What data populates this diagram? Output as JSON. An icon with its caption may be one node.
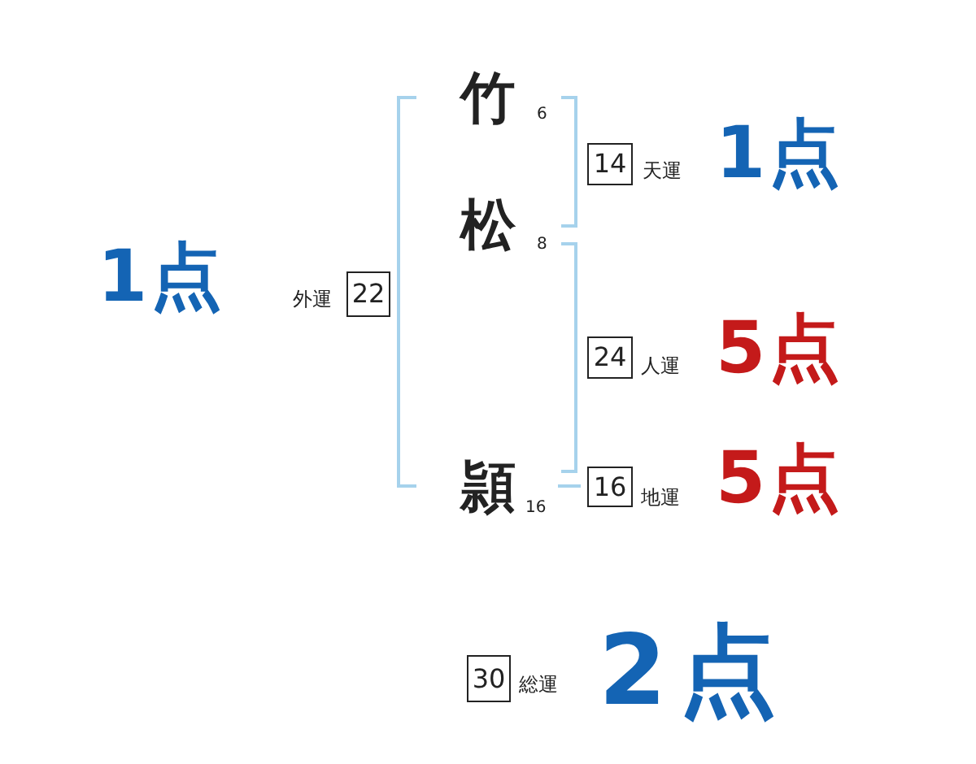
{
  "diagram": {
    "nodes": [
      {
        "text": [
          "14"
        ],
        "beside": [
          "天運"
        ]
      },
      {
        "text": [
          "22"
        ],
        "beside": [
          "外運"
        ]
      },
      {
        "text": [
          "24"
        ],
        "beside": [
          "人運"
        ]
      },
      {
        "text": [
          "16"
        ],
        "beside": [
          "地運"
        ]
      },
      {
        "text": [
          "30"
        ],
        "beside": [
          "総運"
        ]
      }
    ],
    "labels": [
      "竹",
      "6",
      "1点",
      "1点",
      "松",
      "8",
      "5点",
      "頴",
      "16",
      "5点",
      "2点"
    ]
  }
}
